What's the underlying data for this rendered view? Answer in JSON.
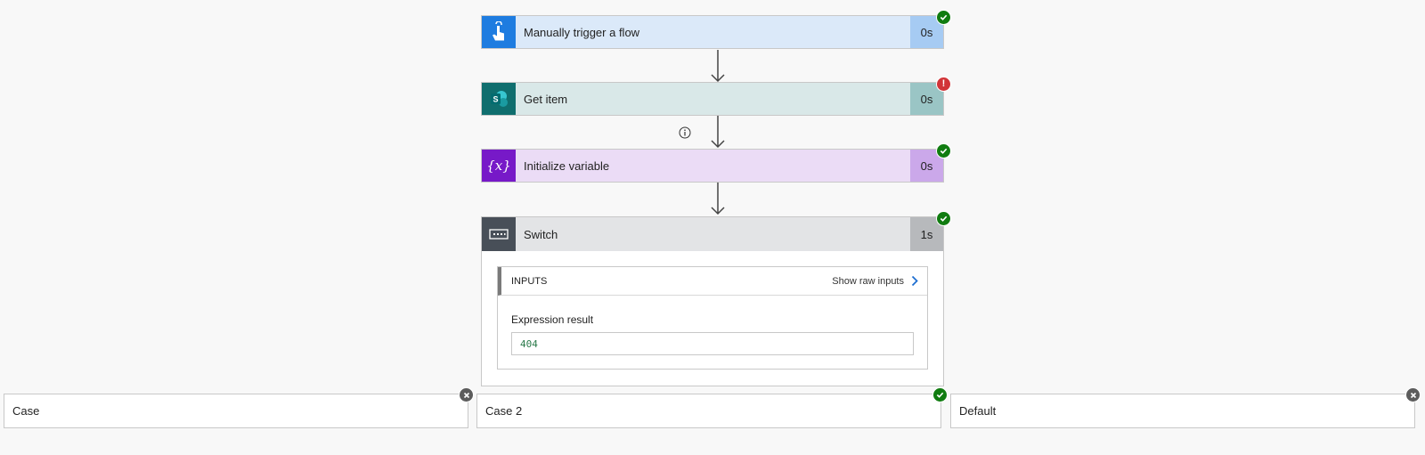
{
  "steps": [
    {
      "title": "Manually trigger a flow",
      "duration": "0s",
      "status": "succeeded",
      "icon": "touch-hand-icon",
      "icon_color": "#1e7ce0",
      "bg_color": "#dbe9f9",
      "dur_bg_color": "#a6cbf3"
    },
    {
      "title": "Get item",
      "duration": "0s",
      "status": "failed",
      "icon": "sharepoint-icon",
      "icon_color": "#0f6e6e",
      "bg_color": "#d9e8e8",
      "dur_bg_color": "#9ac5c5"
    },
    {
      "title": "Initialize variable",
      "duration": "0s",
      "status": "succeeded",
      "icon": "variable-icon",
      "icon_color": "#7719c8",
      "bg_color": "#ebdcf6",
      "dur_bg_color": "#cba8ea"
    }
  ],
  "switch": {
    "title": "Switch",
    "duration": "1s",
    "status": "succeeded",
    "icon": "switch-icon",
    "icon_color": "#484f58",
    "inputs": {
      "header": "INPUTS",
      "show_raw_label": "Show raw inputs",
      "expression_label": "Expression result",
      "expression_value": "404"
    }
  },
  "cases": [
    {
      "label": "Case",
      "status": "cancelled"
    },
    {
      "label": "Case 2",
      "status": "succeeded"
    },
    {
      "label": "Default",
      "status": "cancelled"
    }
  ],
  "colors": {
    "success": "#107c10",
    "error": "#d13438",
    "cancelled": "#5c5c5c",
    "link_chevron": "#1f6fd1"
  }
}
